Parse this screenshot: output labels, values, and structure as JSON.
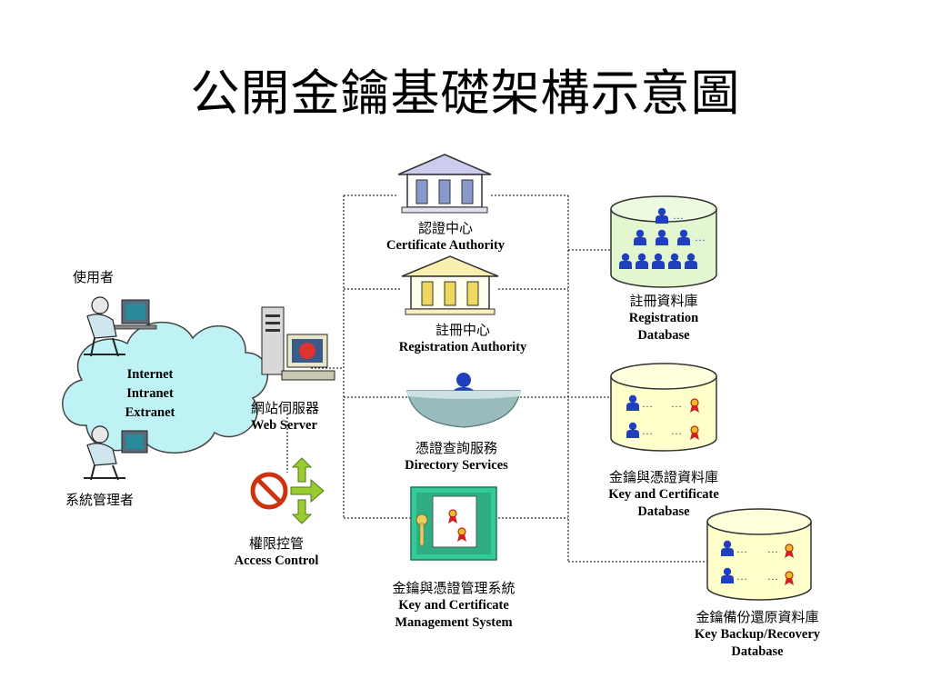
{
  "title": "公開金鑰基礎架構示意圖",
  "cloud": {
    "lines": [
      "Internet",
      "Intranet",
      "Extranet"
    ]
  },
  "users": {
    "user_zh": "使用者",
    "admin_zh": "系統管理者"
  },
  "web_server": {
    "zh": "網站伺服器",
    "en": "Web Server"
  },
  "access_control": {
    "zh": "權限控管",
    "en": "Access Control"
  },
  "certificate_authority": {
    "zh": "認證中心",
    "en": "Certificate Authority"
  },
  "registration_authority": {
    "zh": "註冊中心",
    "en": "Registration Authority"
  },
  "directory_services": {
    "zh": "憑證查詢服務",
    "en": "Directory Services"
  },
  "kcms": {
    "zh": "金鑰與憑證管理系統",
    "en1": "Key and Certificate",
    "en2": "Management System"
  },
  "registration_db": {
    "zh": "註冊資料庫",
    "en1": "Registration",
    "en2": "Database"
  },
  "key_cert_db": {
    "zh": "金鑰與憑證資料庫",
    "en1": "Key and Certificate",
    "en2": "Database"
  },
  "backup_db": {
    "zh": "金鑰備份還原資料庫",
    "en1": "Key Backup/Recovery",
    "en2": "Database"
  },
  "colors": {
    "cloud_fill": "#bff2f5",
    "db_green": "#e2f7cf",
    "db_yellow": "#ffffcc",
    "person_blue": "#1f3fbf",
    "teal": "#33cc99"
  }
}
